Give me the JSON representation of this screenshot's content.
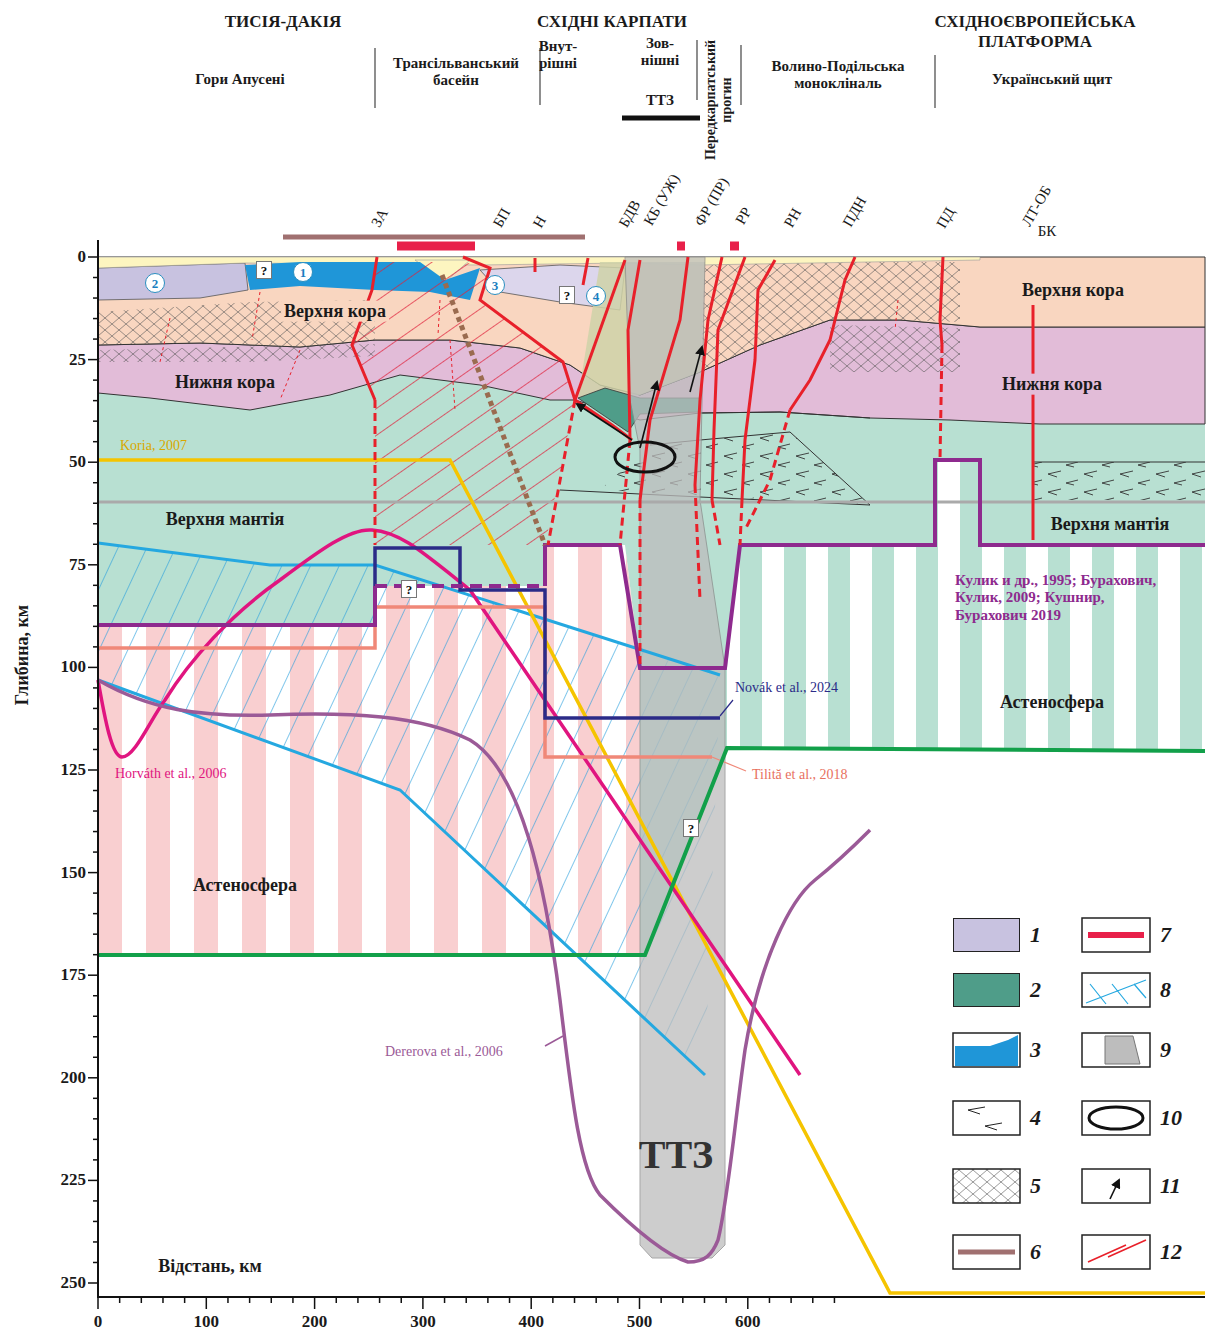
{
  "diagram": {
    "nodes": [
      {
        "text": [
          "2"
        ]
      },
      {
        "text": [
          "?"
        ]
      },
      {
        "text": [
          "1"
        ]
      },
      {
        "text": [
          "3"
        ]
      },
      {
        "text": [
          "?"
        ]
      },
      {
        "text": [
          "4"
        ]
      },
      {
        "text": [
          "?"
        ]
      },
      {
        "text": [
          "?"
        ]
      }
    ],
    "labels": [
      "ТИСІЯ-ДАКІЯ",
      "СХІДНІ КАРПАТИ",
      "СХІДНОЄВРОПЕЙСЬКА ПЛАТФОРМА",
      "Гори Апусені",
      "Трансільванський басейн",
      "Внут- рішні",
      "Зов- нішні",
      "ТТЗ",
      "Передкарпатський прогин",
      "Волино-Подільська монокліналь",
      "Український щит",
      "ЗА",
      "БП",
      "Н",
      "БДВ",
      "КБ (УЖ)",
      "ФР (ПР)",
      "РР",
      "РН",
      "ПДН",
      "ПД",
      "ЛТ-ОБ",
      "БК",
      "Верхня кора",
      "Нижня кора",
      "Верхня мантія",
      "Астеносфера",
      "Верхня кора",
      "Нижня кора",
      "Верхня мантія",
      "Астеносфера",
      "ТТЗ",
      "Koria, 2007",
      "Horváth et al., 2006",
      "Dererova et al., 2006",
      "Novák et al., 2024",
      "Tilită et al., 2018",
      "Кулик и др., 1995; Бурахович, Кулик, 2009; Кушнир, Бурахович 2019",
      "Глибина, км",
      "Відстань, км",
      "0",
      "25",
      "50",
      "75",
      "100",
      "125",
      "150",
      "175",
      "200",
      "225",
      "250",
      "0",
      "100",
      "200",
      "300",
      "400",
      "500",
      "600"
    ],
    "legend": [
      {
        "text": "1",
        "color": "#c8c2e0"
      },
      {
        "text": "2",
        "color": "#4f9d89"
      },
      {
        "text": "3"
      },
      {
        "text": "4"
      },
      {
        "text": "5"
      },
      {
        "text": "6"
      },
      {
        "text": "7"
      },
      {
        "text": "8"
      },
      {
        "text": "9"
      },
      {
        "text": "10"
      },
      {
        "text": "11"
      },
      {
        "text": "12"
      }
    ]
  }
}
